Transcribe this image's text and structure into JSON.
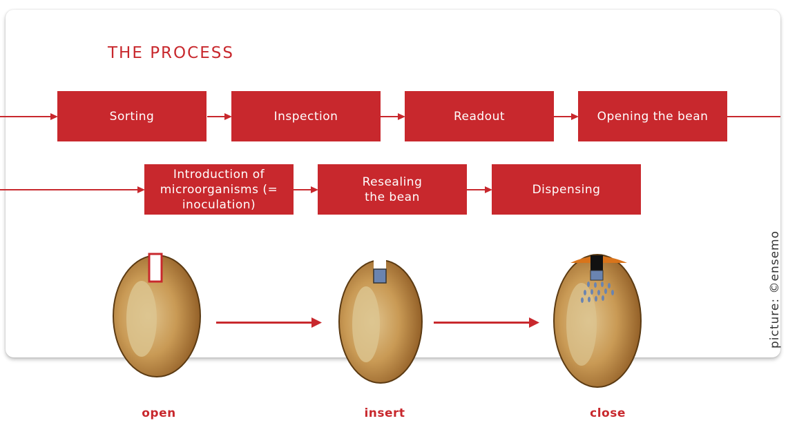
{
  "title": "THE PROCESS",
  "row1": [
    "Sorting",
    "Inspection",
    "Readout",
    "Opening the bean"
  ],
  "row2": [
    "Introduction of microorganisms (= inoculation)",
    "Resealing the bean",
    "Dispensing"
  ],
  "stages": [
    "open",
    "insert",
    "close"
  ],
  "credit": "picture: ©ensemo",
  "colors": {
    "accent": "#c8282d",
    "bean": "#c08a45"
  }
}
